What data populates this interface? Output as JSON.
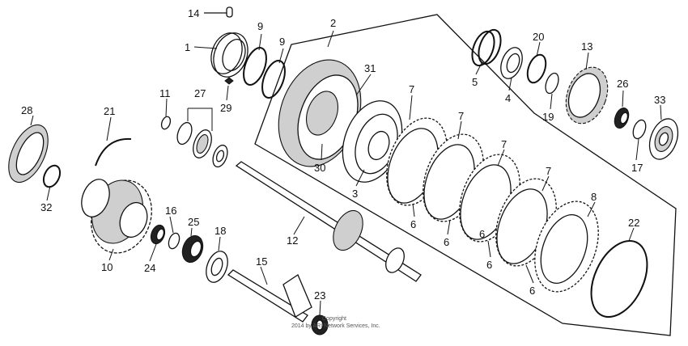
{
  "labels": {
    "l1": "1",
    "l2": "2",
    "l3": "3",
    "l4": "4",
    "l5": "5",
    "l6a": "6",
    "l6b": "6",
    "l6c": "6",
    "l6d": "6",
    "l6e": "6",
    "l7a": "7",
    "l7b": "7",
    "l7c": "7",
    "l7d": "7",
    "l8": "8",
    "l9a": "9",
    "l9b": "9",
    "l10": "10",
    "l11": "11",
    "l12": "12",
    "l13": "13",
    "l14": "14",
    "l15": "15",
    "l16": "16",
    "l17": "17",
    "l18": "18",
    "l19": "19",
    "l20": "20",
    "l21": "21",
    "l22": "22",
    "l23": "23",
    "l24": "24",
    "l25": "25",
    "l26": "26",
    "l27": "27",
    "l28": "28",
    "l29": "29",
    "l30": "30",
    "l31": "31",
    "l32": "32",
    "l33": "33"
  },
  "copyright": {
    "line1": "Copyright",
    "line2": "2014 by ARI Network Services, Inc."
  }
}
